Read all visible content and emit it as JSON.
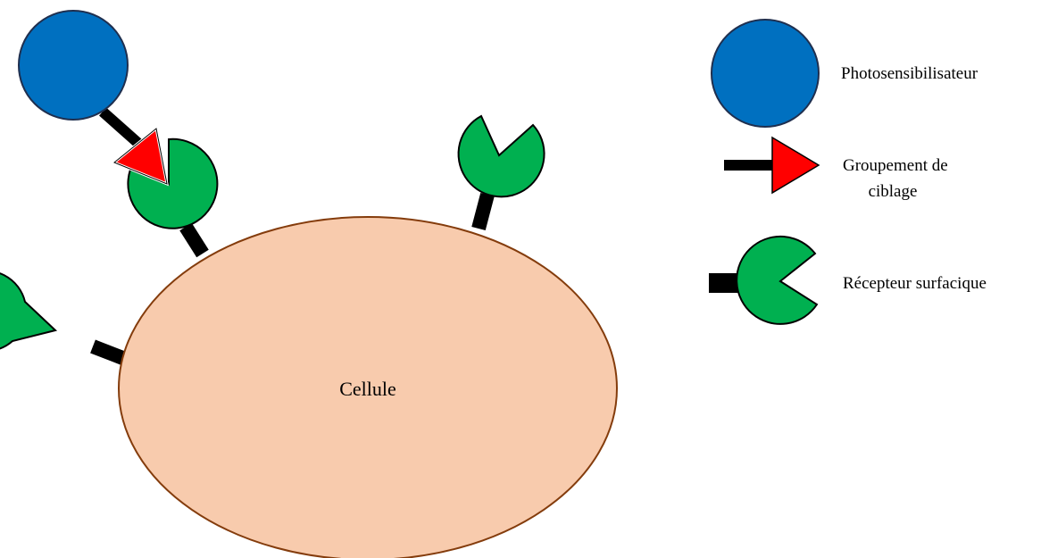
{
  "cell": {
    "label": "Cellule",
    "fill": "#f8cbad",
    "stroke": "#843c0c"
  },
  "colors": {
    "photosensitizer": "#0070c0",
    "photosensitizer_stroke": "#1f2f4f",
    "targeting_group": "#ff0000",
    "receptor": "#00b050",
    "linker": "#000000"
  },
  "legend": {
    "photosensitizer": "Photosensibilisateur",
    "targeting_line1": "Groupement de",
    "targeting_line2": "ciblage",
    "receptor": "Récepteur surfacique"
  }
}
